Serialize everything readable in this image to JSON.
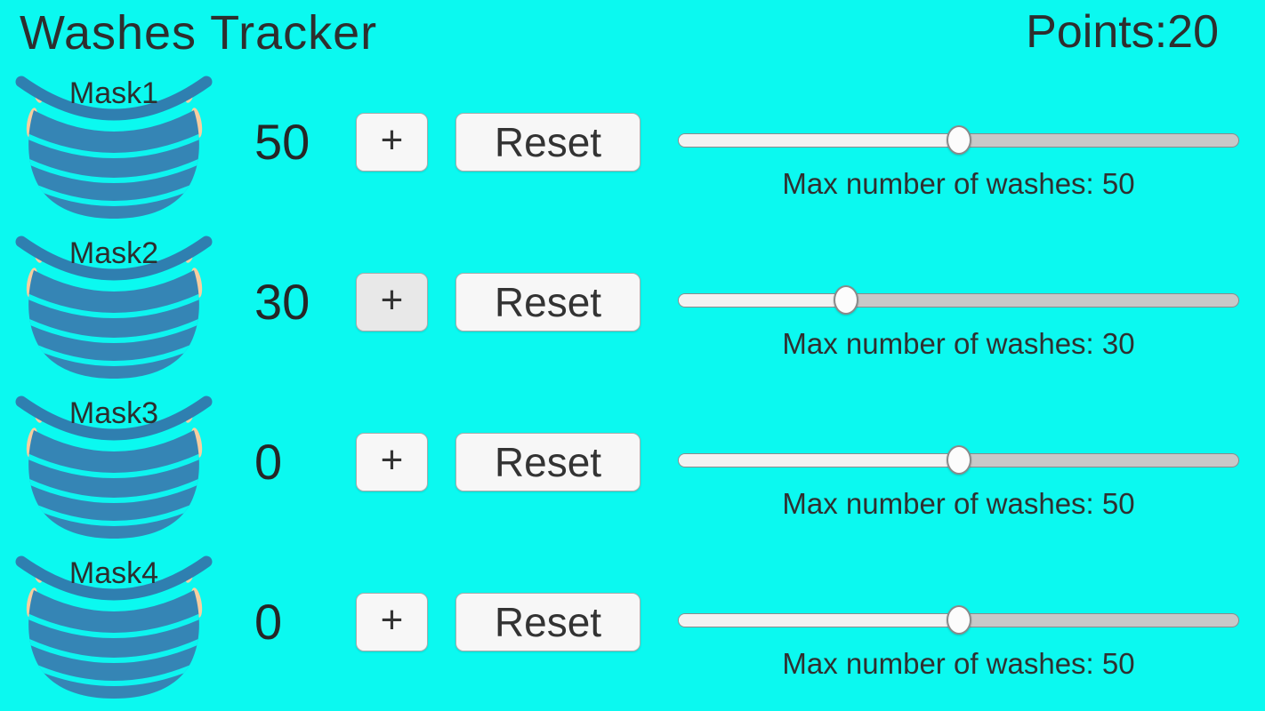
{
  "header": {
    "title": "Washes Tracker",
    "points_label": "Points:",
    "points_value": "20"
  },
  "controls": {
    "plus_label": "+",
    "reset_label": "Reset"
  },
  "colors": {
    "background": "#0BF9F0",
    "text": "#2E2E2E",
    "mask_blue": "#3585B5",
    "mask_band_blue": "#2F7FB0",
    "mask_pleat_cyan": "#0EF4EF",
    "ear_peach": "#F7CEA0",
    "button_bg": "#F7F7F7",
    "button_bg_pressed": "#E8E8E8",
    "button_border": "#ABABAB",
    "button_text": "#333333",
    "track_filled": "#F2F2F2",
    "track_empty": "#C8C8C8",
    "thumb_fill": "#FCFCFC",
    "thumb_border": "#8A8A8A"
  },
  "masks": [
    {
      "name": "Mask1",
      "count": "50",
      "max_washes_label": "Max number of washes: 50",
      "slider_value": 50,
      "slider_min": 0,
      "slider_max": 100,
      "plus_pressed": false
    },
    {
      "name": "Mask2",
      "count": "30",
      "max_washes_label": "Max number of washes: 30",
      "slider_value": 30,
      "slider_min": 0,
      "slider_max": 100,
      "plus_pressed": true
    },
    {
      "name": "Mask3",
      "count": "0",
      "max_washes_label": "Max number of washes: 50",
      "slider_value": 50,
      "slider_min": 0,
      "slider_max": 100,
      "plus_pressed": false
    },
    {
      "name": "Mask4",
      "count": "0",
      "max_washes_label": "Max number of washes: 50",
      "slider_value": 50,
      "slider_min": 0,
      "slider_max": 100,
      "plus_pressed": false
    }
  ]
}
